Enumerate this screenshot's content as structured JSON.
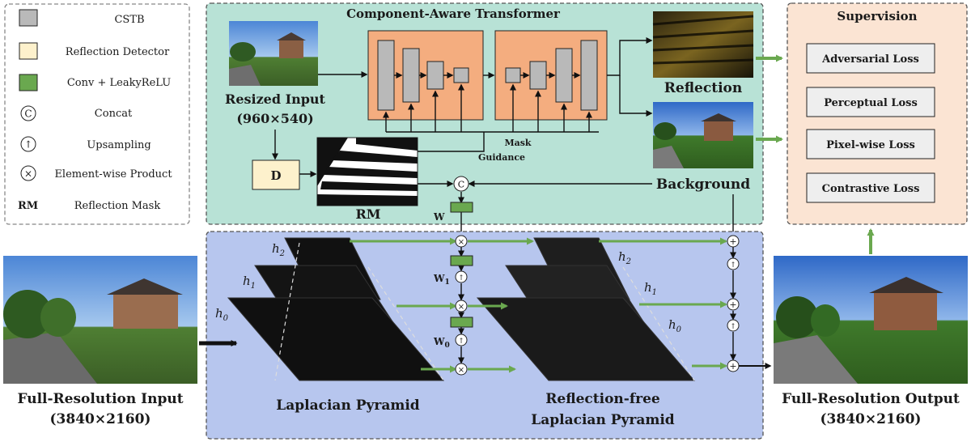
{
  "legend": {
    "items": [
      {
        "symbol": "cstb",
        "label": "CSTB"
      },
      {
        "symbol": "detector",
        "label": "Reflection Detector"
      },
      {
        "symbol": "conv",
        "label": "Conv + LeakyReLU"
      },
      {
        "symbol": "concat",
        "label": "Concat"
      },
      {
        "symbol": "upsampling",
        "label": "Upsampling"
      },
      {
        "symbol": "product",
        "label": "Element-wise Product"
      },
      {
        "symbol": "rm",
        "label": "Reflection Mask"
      }
    ],
    "concat_glyph": "C",
    "upsampling_glyph": "↑",
    "product_glyph": "×",
    "rm_abbr": "RM"
  },
  "transformer": {
    "title": "Component-Aware Transformer",
    "resized_input_label": "Resized Input",
    "resized_input_size": "(960×540)",
    "detector_letter": "D",
    "rm_label": "RM",
    "mask_guidance_1": "Mask",
    "mask_guidance_2": "Guidance",
    "reflection_label": "Reflection",
    "background_label": "Background",
    "w_label": "W"
  },
  "pyramid": {
    "h2": "h",
    "h2_sub": "2",
    "h1": "h",
    "h1_sub": "1",
    "h0": "h",
    "h0_sub": "0",
    "w1": "W",
    "w1_sub": "1",
    "w0": "W",
    "w0_sub": "0",
    "lap_label": "Laplacian Pyramid",
    "rf_label_1": "Reflection-free",
    "rf_label_2": "Laplacian Pyramid",
    "plus_glyph": "+"
  },
  "input": {
    "label": "Full-Resolution Input",
    "size": "(3840×2160)"
  },
  "output": {
    "label": "Full-Resolution Output",
    "size": "(3840×2160)"
  },
  "supervision": {
    "title": "Supervision",
    "losses": [
      "Adversarial Loss",
      "Perceptual Loss",
      "Pixel-wise Loss",
      "Contrastive Loss"
    ]
  },
  "colors": {
    "cstb": "#b9b9b9",
    "detector": "#fdf1cc",
    "conv": "#6aa84f",
    "transformer_bg": "#b8e2d6",
    "encoder_bg": "#f4ad7f",
    "pyramid_bg": "#b7c6ee",
    "supervision_bg": "#fbe4d3",
    "flow_green": "#6aa84f"
  }
}
